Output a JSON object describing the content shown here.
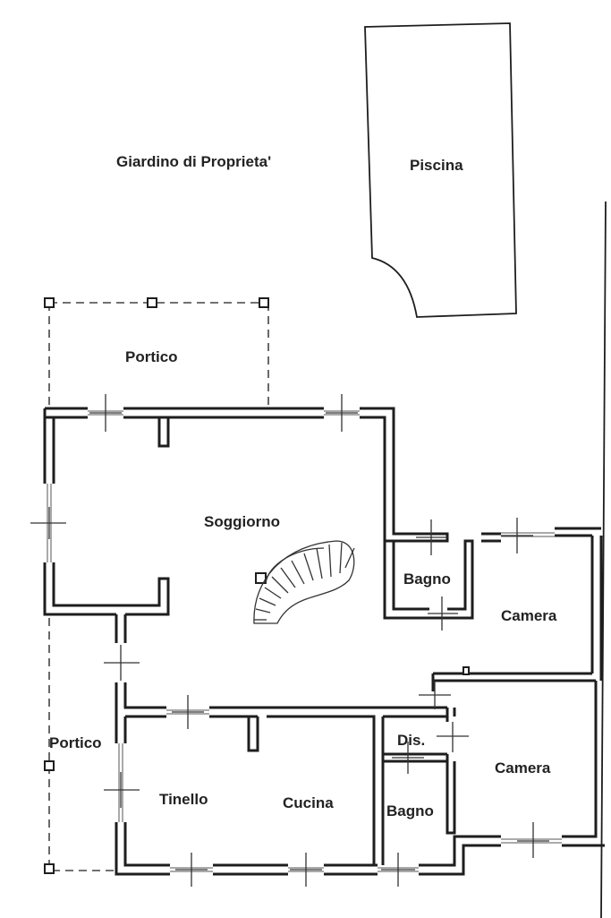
{
  "plan": {
    "labels": {
      "garden": "Giardino di Proprieta'",
      "pool": "Piscina",
      "porch_top": "Portico",
      "living": "Soggiorno",
      "bath_1": "Bagno",
      "bedroom_1": "Camera",
      "porch_left": "Portico",
      "hall": "Dis.",
      "bedroom_2": "Camera",
      "dining": "Tinello",
      "kitchen": "Cucina",
      "bath_2": "Bagno"
    }
  }
}
